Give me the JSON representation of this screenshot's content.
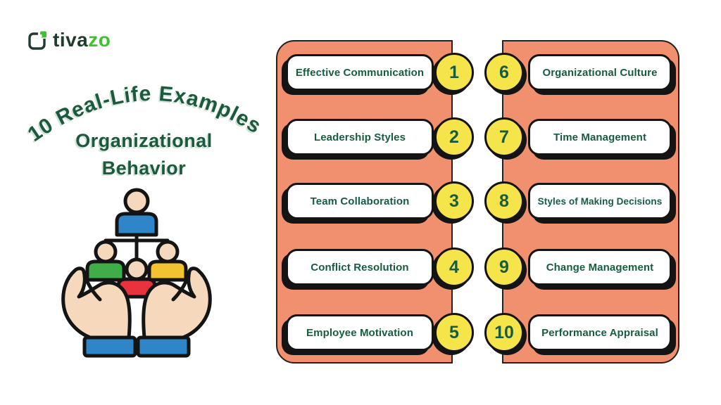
{
  "logo": {
    "icon_name": "box-checkin-icon",
    "text_primary": "tiva",
    "text_accent": "zo"
  },
  "hero": {
    "arc_title": "10 Real-Life Examples",
    "subtitle": "Organizational Behavior"
  },
  "illustration": {
    "icon_name": "hands-holding-org-chart",
    "description": "two cupped hands holding an organizational chart of four people"
  },
  "topics": {
    "left": [
      {
        "number": "1",
        "label": "Effective Communication"
      },
      {
        "number": "2",
        "label": "Leadership Styles"
      },
      {
        "number": "3",
        "label": "Team Collaboration"
      },
      {
        "number": "4",
        "label": "Conflict Resolution"
      },
      {
        "number": "5",
        "label": "Employee Motivation"
      }
    ],
    "right": [
      {
        "number": "6",
        "label": "Organizational Culture"
      },
      {
        "number": "7",
        "label": "Time Management"
      },
      {
        "number": "8",
        "label": "Styles of Making Decisions"
      },
      {
        "number": "9",
        "label": "Change Management"
      },
      {
        "number": "10",
        "label": "Performance Appraisal"
      }
    ]
  },
  "colors": {
    "panel_salmon": "#F0906E",
    "circle_yellow": "#F6E44B",
    "text_green": "#185C40",
    "title_green": "#1B5A3C",
    "logo_dark": "#203C2E",
    "logo_accent": "#3FC22F",
    "outline_black": "#141414"
  }
}
